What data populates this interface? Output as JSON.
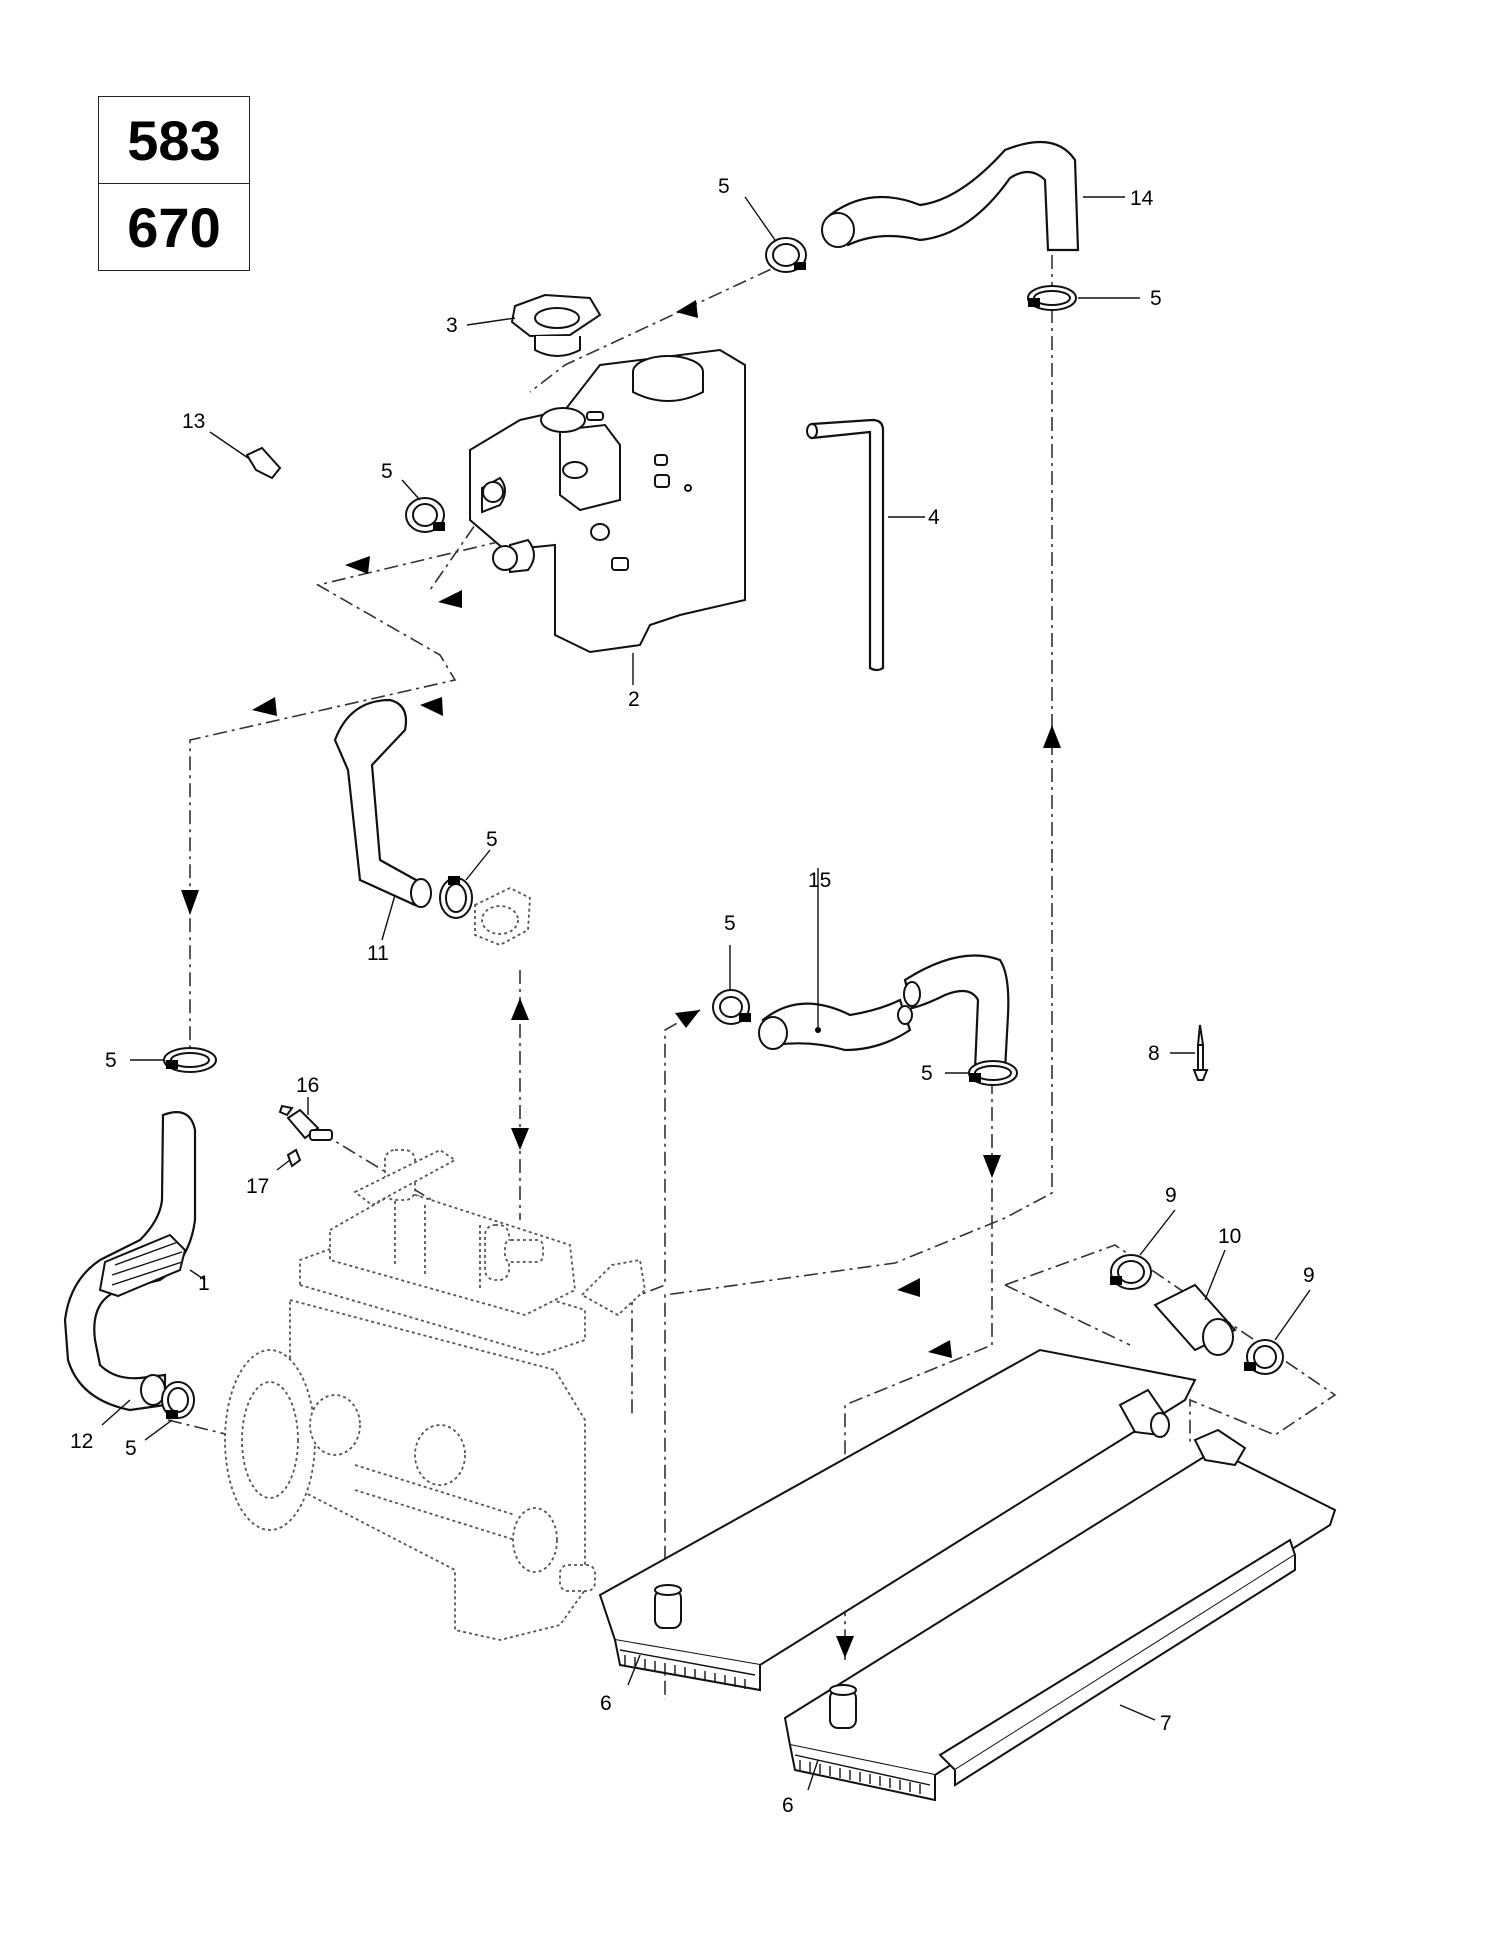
{
  "models": [
    "583",
    "670"
  ],
  "callouts": [
    {
      "id": "c1",
      "label": "1"
    },
    {
      "id": "c2",
      "label": "2"
    },
    {
      "id": "c3",
      "label": "3"
    },
    {
      "id": "c4",
      "label": "4"
    },
    {
      "id": "c5a",
      "label": "5"
    },
    {
      "id": "c5b",
      "label": "5"
    },
    {
      "id": "c5c",
      "label": "5"
    },
    {
      "id": "c5d",
      "label": "5"
    },
    {
      "id": "c5e",
      "label": "5"
    },
    {
      "id": "c5f",
      "label": "5"
    },
    {
      "id": "c5g",
      "label": "5"
    },
    {
      "id": "c5h",
      "label": "5"
    },
    {
      "id": "c6a",
      "label": "6"
    },
    {
      "id": "c6b",
      "label": "6"
    },
    {
      "id": "c7",
      "label": "7"
    },
    {
      "id": "c8",
      "label": "8"
    },
    {
      "id": "c9a",
      "label": "9"
    },
    {
      "id": "c9b",
      "label": "9"
    },
    {
      "id": "c10",
      "label": "10"
    },
    {
      "id": "c11",
      "label": "11"
    },
    {
      "id": "c12",
      "label": "12"
    },
    {
      "id": "c13",
      "label": "13"
    },
    {
      "id": "c14",
      "label": "14"
    },
    {
      "id": "c15",
      "label": "15"
    },
    {
      "id": "c16",
      "label": "16"
    },
    {
      "id": "c17",
      "label": "17"
    }
  ]
}
